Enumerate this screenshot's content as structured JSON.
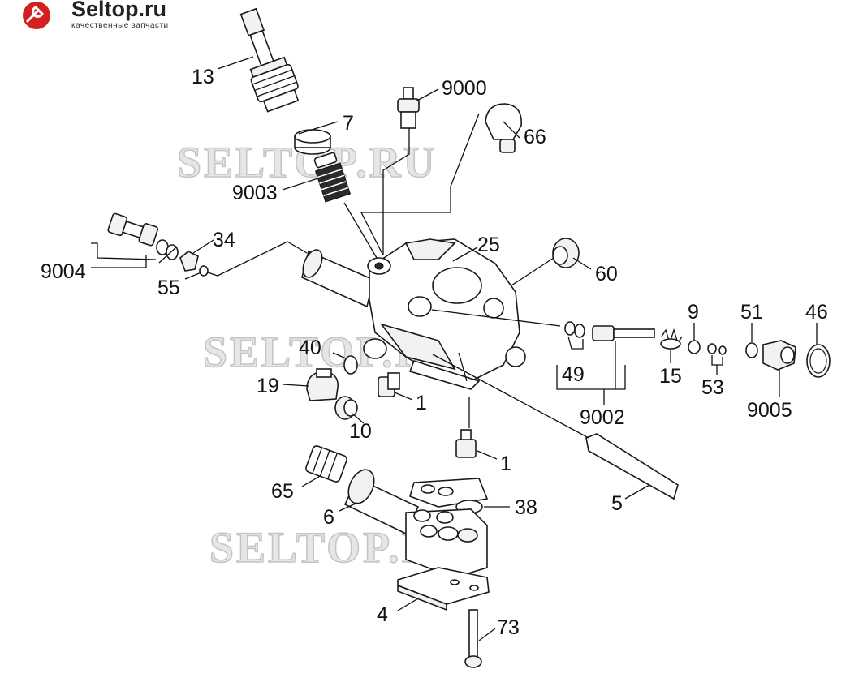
{
  "brand": {
    "name": "Seltop.ru",
    "tagline": "качественные запчасти",
    "accent_color": "#d32020"
  },
  "watermark": {
    "text": "SELTOP.RU"
  },
  "callouts": {
    "n13": "13",
    "n7": "7",
    "n9000": "9000",
    "n66": "66",
    "n9003": "9003",
    "n34": "34",
    "n9004": "9004",
    "n55": "55",
    "n25": "25",
    "n60": "60",
    "n9": "9",
    "n51": "51",
    "n46": "46",
    "n40": "40",
    "n49": "49",
    "n15": "15",
    "n53": "53",
    "n19": "19",
    "n1a": "1",
    "n9002": "9002",
    "n9005": "9005",
    "n10": "10",
    "n1b": "1",
    "n65": "65",
    "n38": "38",
    "n5": "5",
    "n6": "6",
    "n4": "4",
    "n73": "73"
  }
}
